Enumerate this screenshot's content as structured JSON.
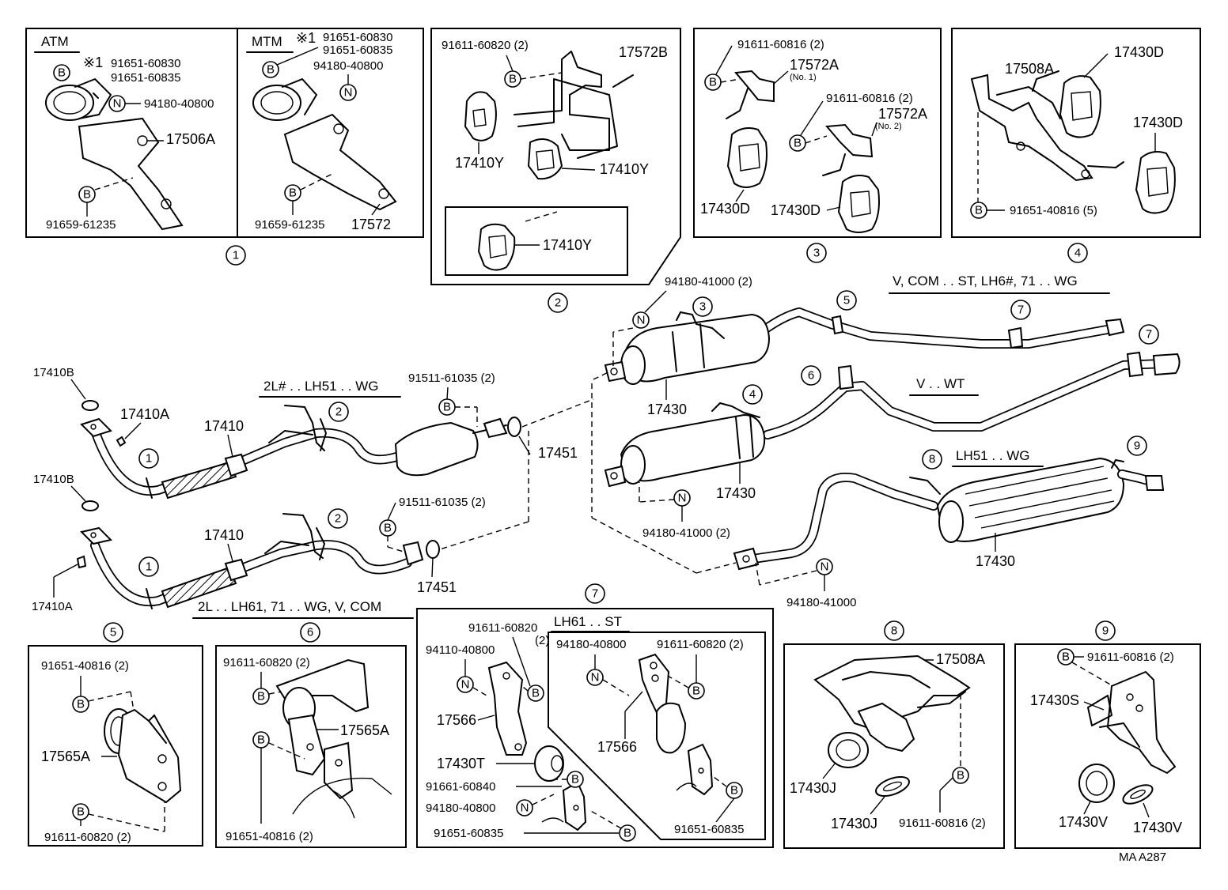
{
  "code": "MA  A287",
  "letters": {
    "b": "B",
    "n": "N"
  },
  "ref_numbers": [
    "1",
    "2",
    "3",
    "4",
    "5",
    "6",
    "7",
    "8",
    "9"
  ],
  "panel1": {
    "atm": "ATM",
    "mtm": "MTM",
    "mark": "※1",
    "atm_p1": "91651-60830",
    "atm_p2": "91651-60835",
    "atm_p3": "94180-40800",
    "atm_p4": "17506A",
    "atm_p5": "91659-61235",
    "mtm_p1": "91651-60830",
    "mtm_p2": "91651-60835",
    "mtm_p3": "94180-40800",
    "mtm_p4": "91659-61235",
    "mtm_p5": "17572"
  },
  "panel2": {
    "p1": "91611-60820 (2)",
    "p2": "17572B",
    "p3": "17410Y",
    "p4": "17410Y",
    "p5": "17410Y"
  },
  "panel3": {
    "p1": "91611-60816 (2)",
    "p2": "17572A",
    "p2n": "(No. 1)",
    "p3": "91611-60816 (2)",
    "p4": "17572A",
    "p4n": "(No. 2)",
    "p5": "17430D",
    "p6": "17430D"
  },
  "panel4": {
    "p1": "17508A",
    "p2": "17430D",
    "p3": "17430D",
    "p4": "91651-40816 (5)"
  },
  "main": {
    "cond1": "V, COM . . ST, LH6#, 71 . . WG",
    "cond2": "V . . WT",
    "cond3": "LH51 . . WG",
    "cond4": "2L# . . LH51 . . WG",
    "cond5": "2L . . LH61, 71 . . WG, V, COM",
    "p_94180_top": "94180-41000 (2)",
    "p_17410B_1": "17410B",
    "p_17410A_1": "17410A",
    "p_17410_1": "17410",
    "p_91511_1": "91511-61035 (2)",
    "p_17451_1": "17451",
    "p_17410B_2": "17410B",
    "p_17410_2": "17410",
    "p_91511_2": "91511-61035 (2)",
    "p_17410A_2": "17410A",
    "p_17451_2": "17451",
    "p_17430_a": "17430",
    "p_17430_b": "17430",
    "p_94180_mid": "94180-41000 (2)",
    "p_17430_c": "17430",
    "p_94180_bot": "94180-41000"
  },
  "panel5": {
    "p1": "91651-40816 (2)",
    "p2": "17565A",
    "p3": "91611-60820 (2)"
  },
  "panel6": {
    "p1": "91611-60820 (2)",
    "p2": "17565A",
    "p3": "91651-40816 (2)"
  },
  "panel7": {
    "sub": "LH61 . . ST",
    "p1": "91611-60820",
    "p1q": "(2)",
    "p2": "94110-40800",
    "p3": "17566",
    "p4": "17430T",
    "p5": "91661-60840",
    "p6": "94180-40800",
    "p7": "91651-60835",
    "q1": "94180-40800",
    "q2": "91611-60820 (2)",
    "q3": "17566",
    "q4": "91651-60835"
  },
  "panel8": {
    "p1": "17508A",
    "p2": "17430J",
    "p3": "17430J",
    "p4": "91611-60816 (2)"
  },
  "panel9": {
    "p1": "91611-60816 (2)",
    "p2": "17430S",
    "p3": "17430V",
    "p4": "17430V"
  }
}
